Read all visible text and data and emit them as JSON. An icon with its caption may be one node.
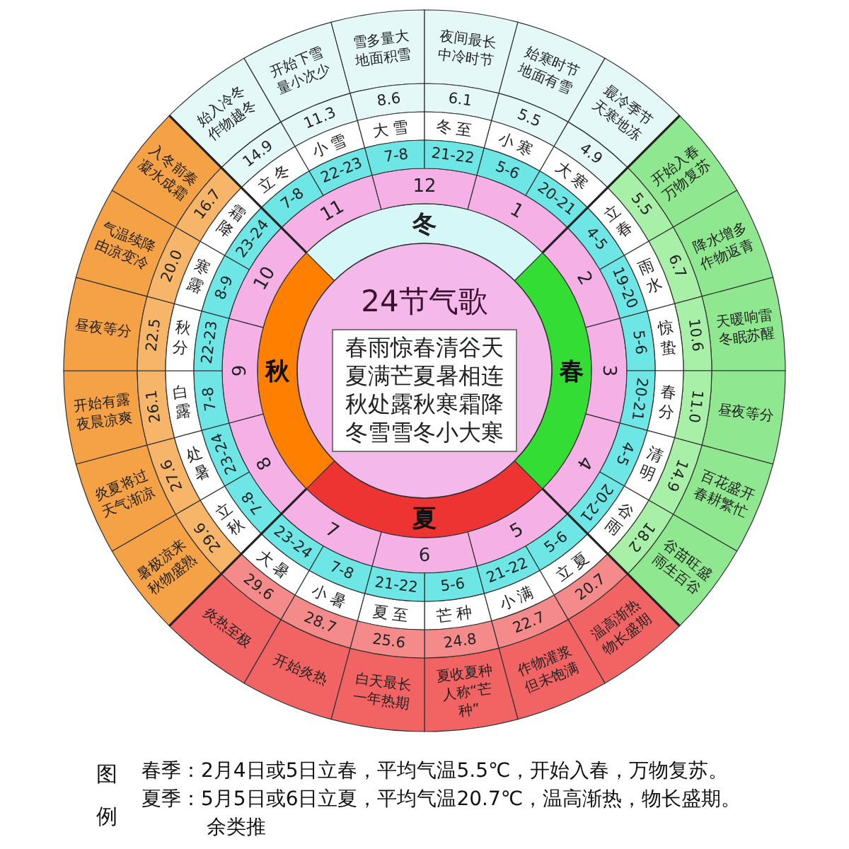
{
  "diagram": {
    "title": "24节气歌",
    "nodes": [
      {
        "text": [],
        "shape": "circle"
      },
      {
        "text": [
          "春雨惊春清谷天夏满芒夏暑相连秋处露秋寒霜降冬雪雪冬小大寒"
        ],
        "in": 0
      },
      {
        "text": [
          "春"
        ]
      },
      {
        "text": [
          "夏"
        ]
      },
      {
        "text": [
          "秋"
        ]
      },
      {
        "text": [
          "冬"
        ]
      },
      {
        "text": [
          "2"
        ]
      },
      {
        "text": [
          "3"
        ]
      },
      {
        "text": [
          "4"
        ]
      },
      {
        "text": [
          "5"
        ]
      },
      {
        "text": [
          "6"
        ]
      },
      {
        "text": [
          "7"
        ]
      },
      {
        "text": [
          "8"
        ]
      },
      {
        "text": [
          "9"
        ]
      },
      {
        "text": [
          "10"
        ]
      },
      {
        "text": [
          "11"
        ]
      },
      {
        "text": [
          "12"
        ]
      },
      {
        "text": [
          "1"
        ]
      },
      {
        "text": [
          "开始入春万物复苏"
        ]
      },
      {
        "text": [
          "5.5"
        ]
      },
      {
        "text": [
          "立春"
        ]
      },
      {
        "text": [
          "4-5"
        ]
      },
      {
        "text": [
          "降水增多作物返青"
        ]
      },
      {
        "text": [
          "6.7"
        ]
      },
      {
        "text": [
          "雨水"
        ]
      },
      {
        "text": [
          "19-20"
        ]
      },
      {
        "text": [
          "天暖响雷冬眠苏醒"
        ]
      },
      {
        "text": [
          "10.6"
        ]
      },
      {
        "text": [
          "惊蛰"
        ]
      },
      {
        "text": [
          "5-6"
        ]
      },
      {
        "text": [
          "昼夜等分"
        ]
      },
      {
        "text": [
          "11.0"
        ]
      },
      {
        "text": [
          "春分"
        ]
      },
      {
        "text": [
          "20-21"
        ]
      },
      {
        "text": [
          "百花盛开春耕繁忙"
        ]
      },
      {
        "text": [
          "14.9"
        ]
      },
      {
        "text": [
          "清明"
        ]
      },
      {
        "text": [
          "4-5"
        ]
      },
      {
        "text": [
          "谷苗旺盛雨生百谷"
        ]
      },
      {
        "text": [
          "18.2"
        ]
      },
      {
        "text": [
          "谷雨"
        ]
      },
      {
        "text": [
          "20-21"
        ]
      },
      {
        "text": [
          "温高渐热物长盛期"
        ]
      },
      {
        "text": [
          "20.7"
        ]
      },
      {
        "text": [
          "立夏"
        ]
      },
      {
        "text": [
          "5-6"
        ]
      },
      {
        "text": [
          "作物灌浆但未饱满"
        ]
      },
      {
        "text": [
          "22.7"
        ]
      },
      {
        "text": [
          "小满"
        ]
      },
      {
        "text": [
          "21-22"
        ]
      },
      {
        "text": [
          "夏收夏种人称“芒种”"
        ]
      },
      {
        "text": [
          "24.8"
        ]
      },
      {
        "text": [
          "芒种"
        ]
      },
      {
        "text": [
          "5-6"
        ]
      },
      {
        "text": [
          "白天最长一年热期"
        ]
      },
      {
        "text": [
          "25.6"
        ]
      },
      {
        "text": [
          "夏至"
        ]
      },
      {
        "text": [
          "21-22"
        ]
      },
      {
        "text": [
          "开始炎热"
        ]
      },
      {
        "text": [
          "28.7"
        ]
      },
      {
        "text": [
          "小暑"
        ]
      },
      {
        "text": [
          "7-8"
        ]
      },
      {
        "text": [
          "炎热至极"
        ]
      },
      {
        "text": [
          "29.6"
        ]
      },
      {
        "text": [
          "大暑"
        ]
      },
      {
        "text": [
          "23-24"
        ]
      },
      {
        "text": [
          "暑极凉来秋物盛熟"
        ]
      },
      {
        "text": [
          "29.6"
        ]
      },
      {
        "text": [
          "立秋"
        ]
      },
      {
        "text": [
          "7-8"
        ]
      },
      {
        "text": [
          "炎夏将过天气渐凉"
        ]
      },
      {
        "text": [
          "27.6"
        ]
      },
      {
        "text": [
          "处暑"
        ]
      },
      {
        "text": [
          "23-24"
        ]
      },
      {
        "text": [
          "开始有露夜晨凉爽"
        ]
      },
      {
        "text": [
          "26.1"
        ]
      },
      {
        "text": [
          "白露"
        ]
      },
      {
        "text": [
          "7-8"
        ]
      },
      {
        "text": [
          "昼夜等分"
        ]
      },
      {
        "text": [
          "22.5"
        ]
      },
      {
        "text": [
          "秋分"
        ]
      },
      {
        "text": [
          "22-23"
        ]
      },
      {
        "text": [
          "气温续降由凉变冷"
        ]
      },
      {
        "text": [
          "20.0"
        ]
      },
      {
        "text": [
          "寒露"
        ]
      },
      {
        "text": [
          "8-9"
        ]
      },
      {
        "text": [
          "入冬前奏凝水成霜"
        ]
      },
      {
        "text": [
          "16.7"
        ]
      },
      {
        "text": [
          "霜降"
        ]
      },
      {
        "text": [
          "23-24"
        ]
      },
      {
        "text": [
          "始入冷冬作物越冬"
        ]
      },
      {
        "text": [
          "14.9"
        ]
      },
      {
        "text": [
          "立冬"
        ]
      },
      {
        "text": [
          "7-8"
        ]
      },
      {
        "text": [
          "开始下雪量小次少"
        ]
      },
      {
        "text": [
          "11.3"
        ]
      },
      {
        "text": [
          "小雪"
        ]
      },
      {
        "text": [
          "22-23"
        ]
      },
      {
        "text": [
          "雪多量大地面积雪"
        ]
      },
      {
        "text": [
          "8.6"
        ]
      },
      {
        "text": [
          "大雪"
        ]
      },
      {
        "text": [
          "7-8"
        ]
      },
      {
        "text": [
          "夜间最长中冷时节"
        ]
      },
      {
        "text": [
          "6.1"
        ]
      },
      {
        "text": [
          "冬至"
        ]
      },
      {
        "text": [
          "21-22"
        ]
      },
      {
        "text": [
          "始寒时节地面有雪"
        ]
      },
      {
        "text": [
          "5.5"
        ]
      },
      {
        "text": [
          "小寒"
        ]
      },
      {
        "text": [
          "5-6"
        ]
      },
      {
        "text": [
          "最冷季节天寒地冻"
        ]
      },
      {
        "text": [
          "4.9"
        ]
      },
      {
        "text": [
          "大寒"
        ]
      },
      {
        "text": [
          "20-21"
        ]
      }
    ],
    "labels": [
      "图例",
      "春季：2月4日或5日立春，平均气温5.5℃，开始入春，万物复苏。",
      "夏季：5月5日或6日立夏，平均气温20.7℃，温高渐热，物长盛期。",
      "余类推"
    ]
  }
}
